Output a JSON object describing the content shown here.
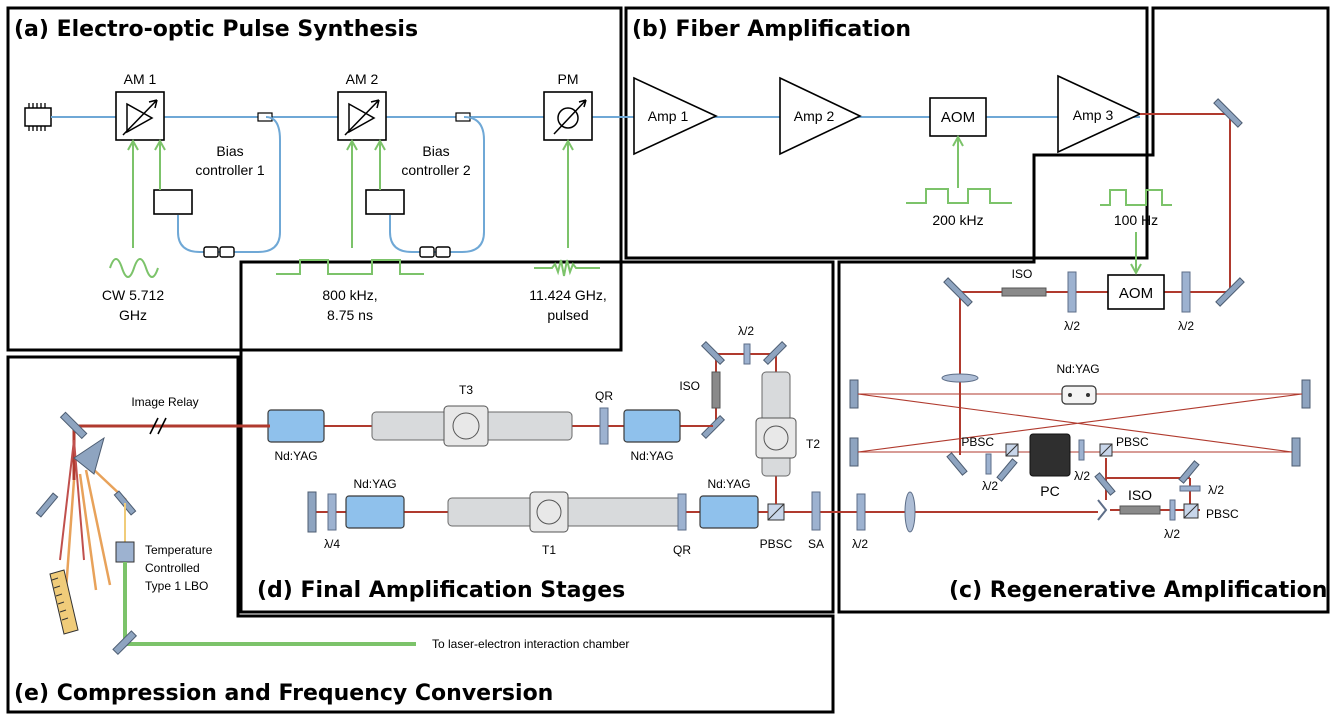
{
  "panels": {
    "a": {
      "title": "(a) Electro-optic Pulse Synthesis"
    },
    "b": {
      "title": "(b) Fiber Amplification"
    },
    "c": {
      "title": "(c) Regenerative Amplification"
    },
    "d": {
      "title": "(d) Final Amplification Stages"
    },
    "e": {
      "title": "(e) Compression and Frequency Conversion"
    }
  },
  "labels": {
    "am1": "AM 1",
    "am2": "AM 2",
    "pm": "PM",
    "bias1_l1": "Bias",
    "bias1_l2": "controller 1",
    "bias2_l1": "Bias",
    "bias2_l2": "controller 2",
    "cw_l1": "CW 5.712",
    "cw_l2": "GHz",
    "khz800_l1": "800 kHz,",
    "khz800_l2": "8.75 ns",
    "ghz11_l1": "11.424 GHz,",
    "ghz11_l2": "pulsed",
    "amp1": "Amp 1",
    "amp2": "Amp 2",
    "amp3": "Amp 3",
    "aom_b": "AOM",
    "khz200": "200 kHz",
    "hz100": "100 Hz",
    "aom_c": "AOM",
    "iso_c": "ISO",
    "half": "λ/2",
    "quarter": "λ/4",
    "ndyag": "Nd:YAG",
    "pbsc": "PBSC",
    "pc": "PC",
    "iso": "ISO",
    "t1": "T1",
    "t2": "T2",
    "t3": "T3",
    "qr": "QR",
    "sa": "SA",
    "image_relay": "Image Relay",
    "temp_l1": "Temperature",
    "temp_l2": "Controlled",
    "temp_l3": "Type 1 LBO",
    "to_chamber": "To laser-electron interaction chamber"
  },
  "colors": {
    "fiber": "#6fa8d6",
    "laser_ir": "#b03a2e",
    "rf_signal": "#7cc36a",
    "green_output": "#7cc36a",
    "ndyag_head": "#8fc1ec"
  }
}
